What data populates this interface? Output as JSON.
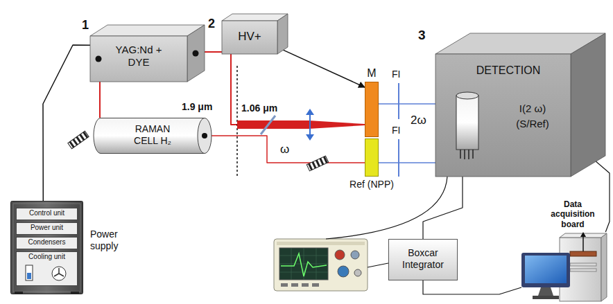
{
  "diagram": {
    "nodes": [
      {
        "text": [
          "1"
        ]
      },
      {
        "text": [
          "YAG:Nd + DYE"
        ],
        "in": 0
      },
      {
        "text": [
          "RAMAN CELL H₂"
        ],
        "in": 0
      },
      {
        "text": [
          "2"
        ]
      },
      {
        "text": [
          "HV+"
        ],
        "in": 3
      },
      {
        "text": [
          "M"
        ]
      },
      {
        "text": [
          "Ref (NPP)"
        ]
      },
      {
        "text": [
          "DETECTION",
          "I(2 ω)",
          "(S/Ref)"
        ]
      },
      {
        "text": [
          "Power supply"
        ]
      },
      {
        "text": [
          "Control unit"
        ],
        "in": 8
      },
      {
        "text": [
          "Power unit"
        ],
        "in": 8
      },
      {
        "text": [
          "Condensers"
        ],
        "in": 8
      },
      {
        "text": [
          "Cooling unit"
        ],
        "in": 8
      },
      {
        "text": [
          "Boxcar Integrator"
        ]
      },
      {
        "text": [
          "Data acquisition board"
        ]
      }
    ],
    "edges": [
      {
        "from": 8,
        "to": 1,
        "arrow": "none"
      },
      {
        "from": 1,
        "to": 2,
        "arrow": "none"
      },
      {
        "from": 1,
        "to": 5,
        "arrow": "none"
      },
      {
        "from": 2,
        "to": 6,
        "arrow": "none"
      },
      {
        "from": 4,
        "to": 5,
        "arrow": "to"
      },
      {
        "from": 5,
        "to": 7,
        "arrow": "none"
      },
      {
        "from": 6,
        "to": 7,
        "arrow": "none"
      },
      {
        "from": 7,
        "to": 13,
        "arrow": "none"
      },
      {
        "from": 7,
        "to": 14,
        "arrow": "none"
      },
      {
        "from": 13,
        "to": 14,
        "arrow": "none"
      }
    ],
    "labels": [
      "1.06 μm",
      "1.9 μm",
      "ω",
      "FI",
      "FI",
      "2ω",
      "3"
    ]
  }
}
